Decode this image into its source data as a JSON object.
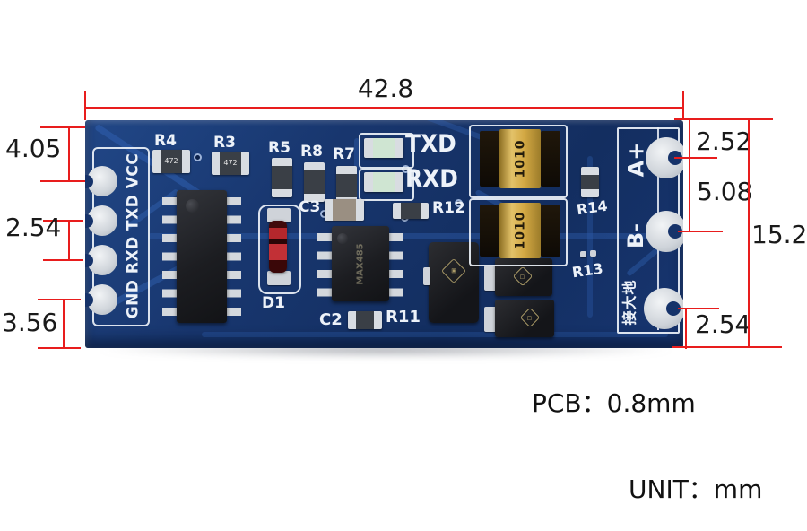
{
  "dimensions": {
    "top_width": "42.8",
    "left_top": "4.05",
    "left_pitch": "2.54",
    "left_bottom": "3.56",
    "right_top": "2.52",
    "right_pitch": "5.08",
    "overall_height": "15.2",
    "right_bottom": "2.54"
  },
  "notes": {
    "pcb_thickness": "PCB：0.8mm",
    "unit": "UNIT：mm"
  },
  "silkscreen": {
    "r4": "R4",
    "r3": "R3",
    "r5": "R5",
    "r8": "R8",
    "r7": "R7",
    "txd": "TXD",
    "rxd": "RXD",
    "c3": "C3",
    "r12": "R12",
    "d1": "D1",
    "c2": "C2",
    "r11": "R11",
    "r14": "R14",
    "r13": "R13",
    "left_pins": "GND RXD TXD VCC",
    "a_plus": "A+",
    "b_minus": "B-",
    "earth": "接大地"
  },
  "component_markings": {
    "fuse": "1010",
    "resistor_4k7": "472",
    "transceiver": "MAX485"
  },
  "colors": {
    "dimension_red": "#e81d1d",
    "board_blue": "#17356d",
    "trace_blue": "#2f5fae",
    "silkscreen_white": "#edf2f9",
    "fuse_yellow": "#d3a843",
    "pad_silver": "#cdd2d8"
  }
}
